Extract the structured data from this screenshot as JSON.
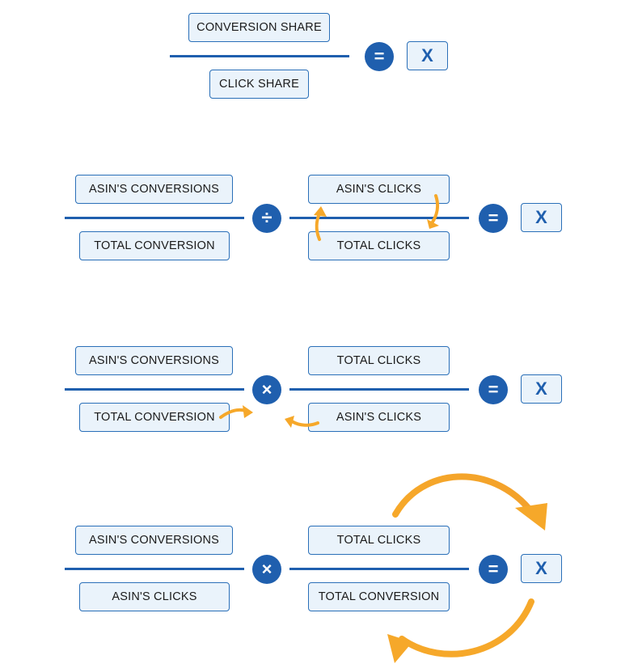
{
  "eq1": {
    "numerator": "CONVERSION SHARE",
    "denominator": "CLICK SHARE",
    "equals": "=",
    "result": "X"
  },
  "eq2": {
    "left_numerator": "ASIN'S CONVERSIONS",
    "left_denominator": "TOTAL CONVERSION",
    "operator": "÷",
    "right_numerator": "ASIN'S CLICKS",
    "right_denominator": "TOTAL CLICKS",
    "equals": "=",
    "result": "X"
  },
  "eq3": {
    "left_numerator": "ASIN'S CONVERSIONS",
    "left_denominator": "TOTAL CONVERSION",
    "operator": "×",
    "right_numerator": "TOTAL CLICKS",
    "right_denominator": "ASIN'S CLICKS",
    "equals": "=",
    "result": "X"
  },
  "eq4": {
    "left_numerator": "ASIN'S CONVERSIONS",
    "left_denominator": "ASIN'S CLICKS",
    "operator": "×",
    "right_numerator": "TOTAL CLICKS",
    "right_denominator": "TOTAL CONVERSION",
    "equals": "=",
    "result": "X"
  },
  "colors": {
    "accent_blue": "#1f5fae",
    "box_fill": "#eaf3fb",
    "arrow_orange": "#f6a82a"
  }
}
